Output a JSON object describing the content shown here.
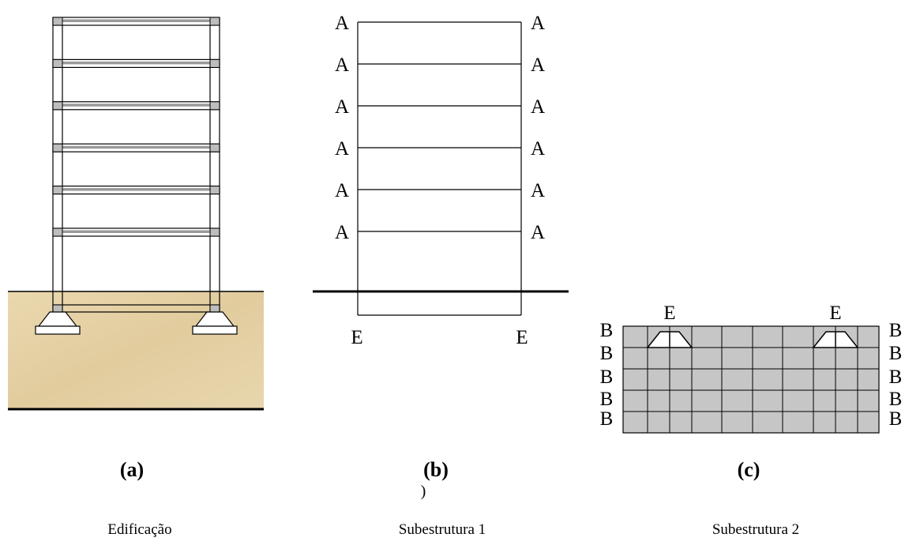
{
  "panel_a": {
    "label": "(a)",
    "caption": "Edificação"
  },
  "panel_b": {
    "label": "(b)",
    "stray_mark": ")",
    "caption": "Subestrutura 1",
    "node_letter_top": "A",
    "node_letter_base": "E",
    "floor_count": 6
  },
  "panel_c": {
    "label": "(c)",
    "caption": "Subestrutura 2",
    "node_letter_side": "B",
    "node_letter_footing": "E",
    "grid_rows": 5,
    "grid_cols": 10
  },
  "colors": {
    "line": "#000000",
    "soil": "#e3cfa2",
    "mesh_fill": "#c6c6c6",
    "slab": "#9a9a9a",
    "column_joint": "#bdbdbd"
  }
}
